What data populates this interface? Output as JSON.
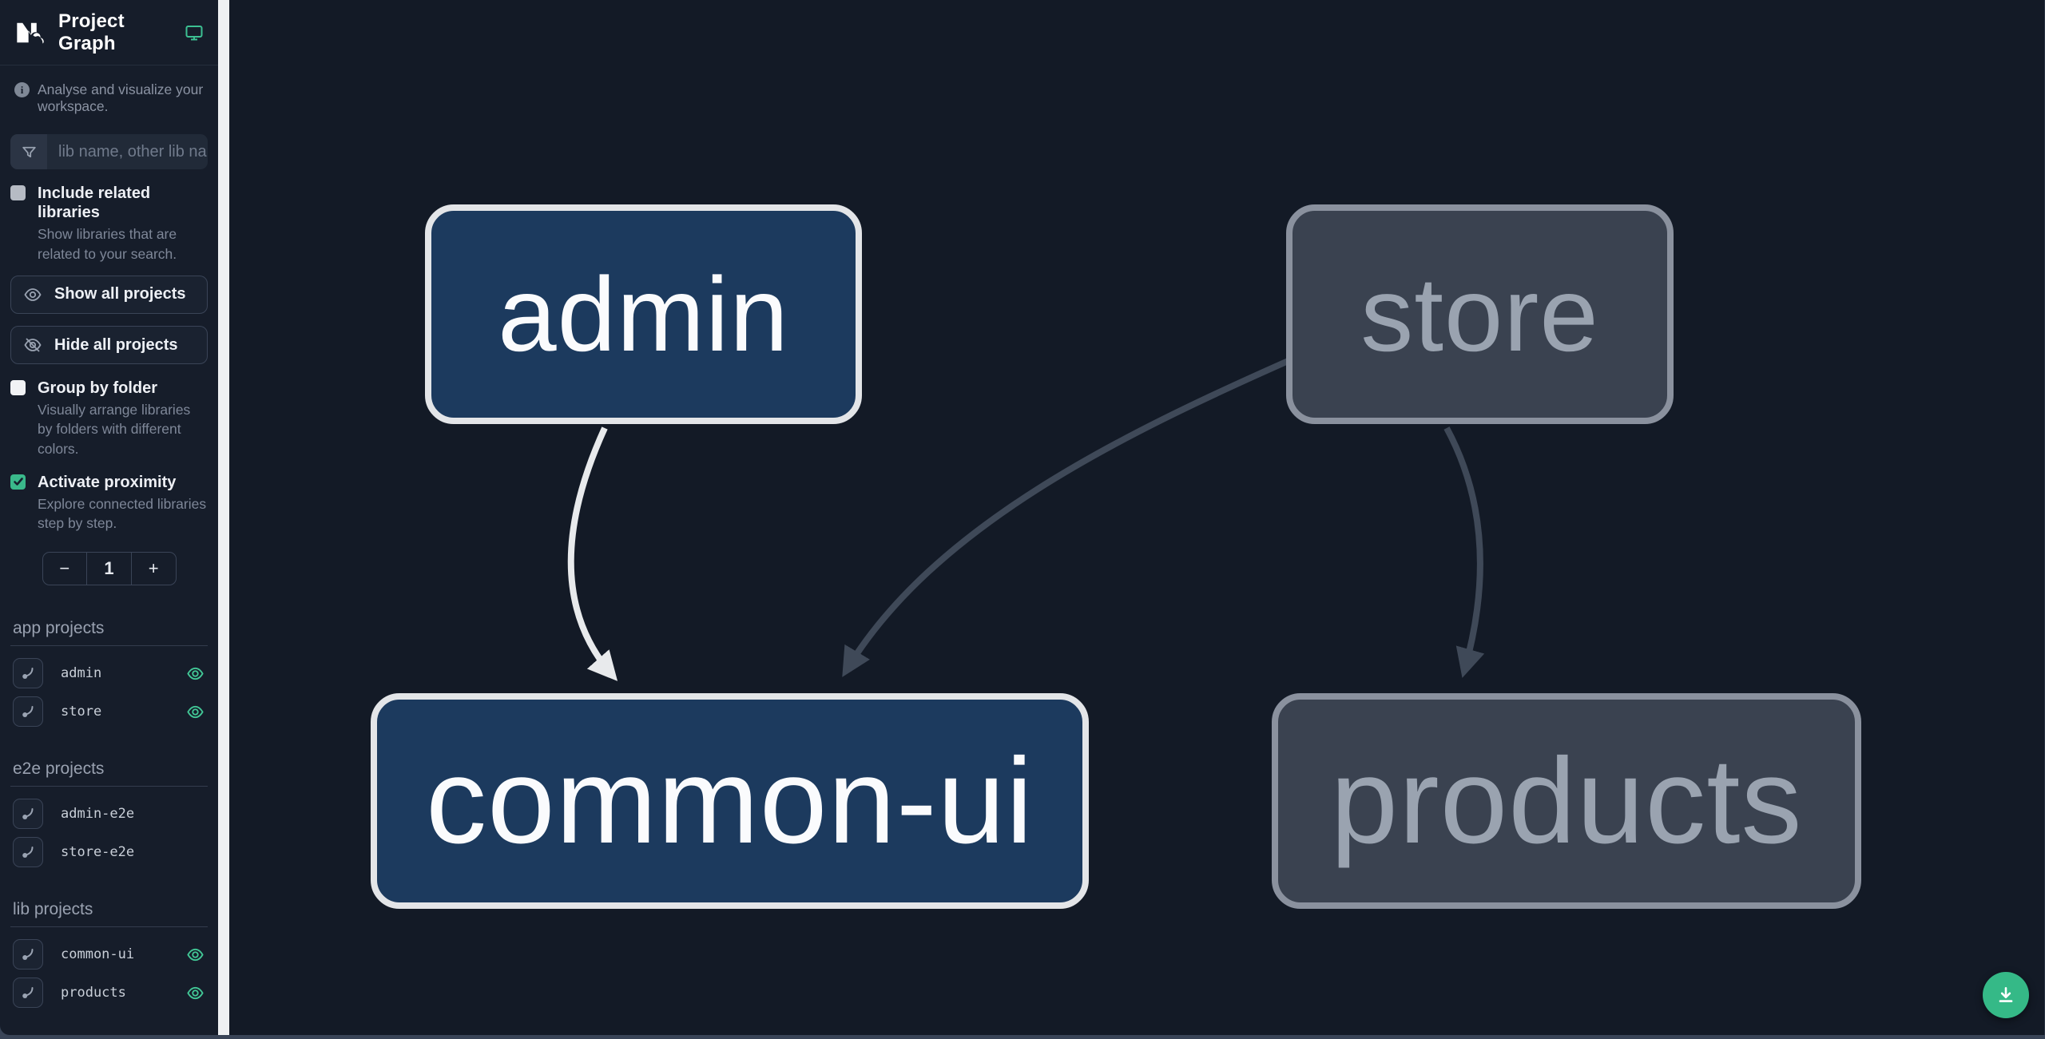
{
  "app": {
    "title": "Project Graph",
    "tagline": "Analyse and visualize your workspace."
  },
  "search": {
    "placeholder": "lib name, other lib name"
  },
  "options": {
    "include_related": {
      "label": "Include related libraries",
      "description": "Show libraries that are related to your search.",
      "checked": false
    },
    "group_by_folder": {
      "label": "Group by folder",
      "description": "Visually arrange libraries by folders with different colors.",
      "checked": false
    },
    "activate_proximity": {
      "label": "Activate proximity",
      "description": "Explore connected libraries step by step.",
      "checked": true
    },
    "proximity_value": "1",
    "decrement_label": "−",
    "increment_label": "+"
  },
  "actions": {
    "show_all": "Show all projects",
    "hide_all": "Hide all projects"
  },
  "sections": [
    {
      "title": "app projects",
      "projects": [
        {
          "name": "admin",
          "visible": true
        },
        {
          "name": "store",
          "visible": true
        }
      ]
    },
    {
      "title": "e2e projects",
      "projects": [
        {
          "name": "admin-e2e",
          "visible": false
        },
        {
          "name": "store-e2e",
          "visible": false
        }
      ]
    },
    {
      "title": "lib projects",
      "projects": [
        {
          "name": "common-ui",
          "visible": true
        },
        {
          "name": "products",
          "visible": true
        }
      ]
    }
  ],
  "graph": {
    "nodes": [
      {
        "id": "admin",
        "label": "admin",
        "state": "focused"
      },
      {
        "id": "store",
        "label": "store",
        "state": "unfocused"
      },
      {
        "id": "common-ui",
        "label": "common-ui",
        "state": "focused"
      },
      {
        "id": "products",
        "label": "products",
        "state": "unfocused"
      }
    ],
    "edges": [
      {
        "from": "admin",
        "to": "common-ui",
        "state": "highlighted"
      },
      {
        "from": "store",
        "to": "common-ui",
        "state": "dimmed"
      },
      {
        "from": "store",
        "to": "products",
        "state": "dimmed"
      }
    ]
  },
  "icons": {
    "header_right": "monitor-icon",
    "search": "filter-funnel-icon",
    "show_all": "eye-icon",
    "hide_all": "eye-off-icon",
    "project_row_left": "focus-project-icon",
    "project_row_right": "visibility-eye-icon",
    "fab": "download-icon"
  },
  "colors": {
    "accent_teal": "#3ab98b",
    "fab_teal": "#35b987",
    "canvas_bg": "#131a26",
    "sidebar_bg": "#161d2a",
    "node_focused_bg": "#1c3a5e",
    "node_focused_border": "#e3e5e8",
    "node_unfocused_bg": "#3a4250",
    "node_unfocused_border": "#8a919e",
    "edge_light": "#e8eaec",
    "edge_dim": "#3f4958"
  }
}
